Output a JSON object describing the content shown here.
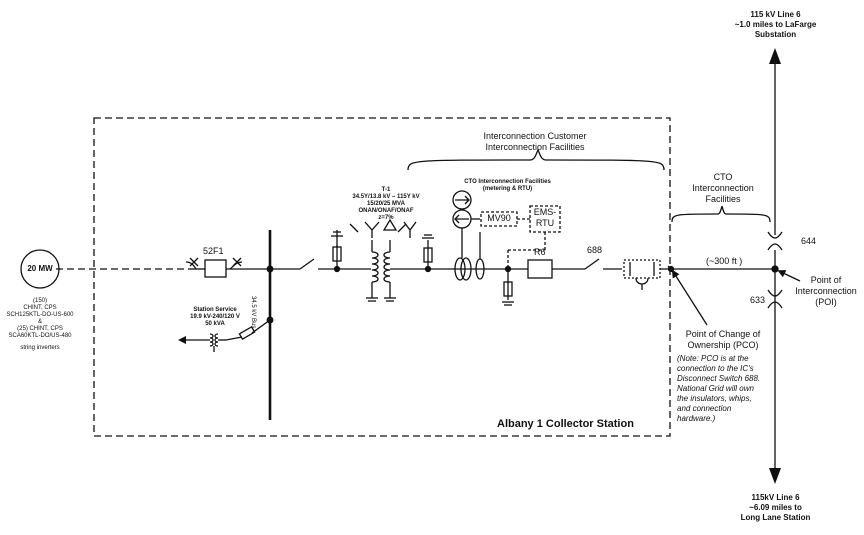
{
  "line_north": {
    "l1": "115 kV Line 6",
    "l2": "~1.0 miles to LaFarge",
    "l3": "Substation"
  },
  "line_south": {
    "l1": "115kV Line 6",
    "l2": "~6.09 miles to",
    "l3": "Long Lane Station"
  },
  "customer_facilities": {
    "l1": "Interconnection Customer",
    "l2": "Interconnection Facilities"
  },
  "cto_facilities": {
    "l1": "CTO",
    "l2": "Interconnection",
    "l3": "Facilities"
  },
  "generator": {
    "rating": "20 MW",
    "d1": "(150)",
    "d2": "CHINT, CPS",
    "d3": "SCH125KTL-DO-US-600",
    "d4": "&",
    "d5": "(25) CHINT, CPS",
    "d6": "SCA60KTL-DO/US-480",
    "d7": "string inverters"
  },
  "breaker": {
    "label": "52F1"
  },
  "bus": {
    "label": "34.5 kV Bus"
  },
  "station_service": {
    "l1": "Station Service",
    "l2": "19.9 kV-240/120 V",
    "l3": "50 kVA"
  },
  "transformer": {
    "l1": "T-1",
    "l2": "34.5Y/13.8 kV – 115Y kV",
    "l3": "15/20/25 MVA",
    "l4": "ONAN/ONAF/ONAF",
    "l5": "z=7%"
  },
  "cto_metering": {
    "l1": "CTO   Interconnection Facilities",
    "l2": "(metering & RTU)"
  },
  "mv90": {
    "label": "MV90"
  },
  "ems_rtu": {
    "l1": "EMS-",
    "l2": "RTU"
  },
  "recloser": {
    "label": "R6"
  },
  "switch_688": {
    "label": "688"
  },
  "distance": {
    "label": "(~300 ft )"
  },
  "switch_644": {
    "label": "644"
  },
  "switch_633": {
    "label": "633"
  },
  "poi": {
    "l1": "Point of",
    "l2": "Interconnection",
    "l3": "(POI)"
  },
  "pco": {
    "l1": "Point of Change of",
    "l2": "Ownership (PCO)",
    "n1": "(Note: PCO is at the",
    "n2": "connection to the IC's",
    "n3": "Disconnect Switch 688.",
    "n4": "National Grid will own",
    "n5": "the insulators, whips,",
    "n6": "and connection",
    "n7": "hardware.)"
  },
  "station_name": "Albany 1 Collector Station"
}
